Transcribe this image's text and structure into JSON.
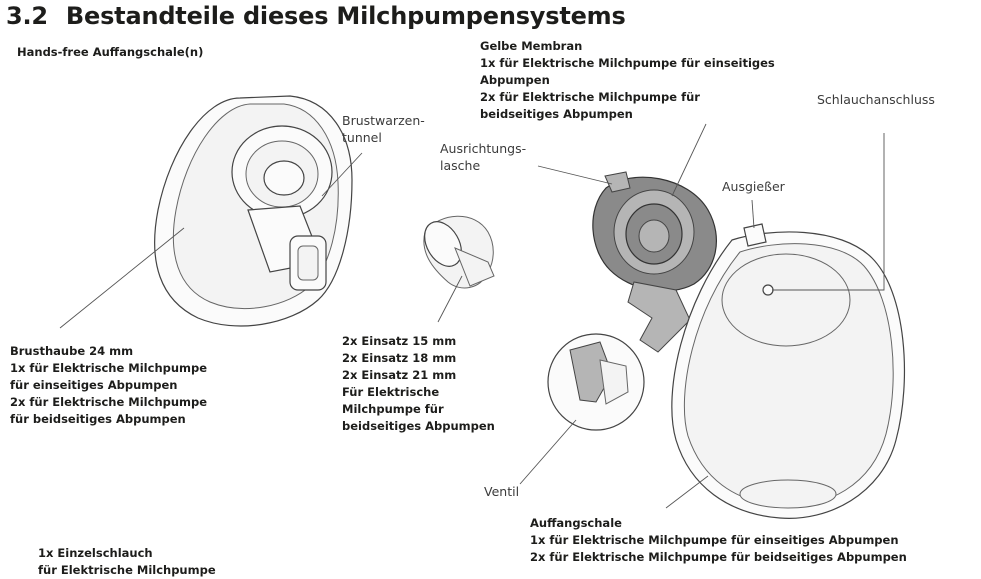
{
  "section": {
    "number": "3.2",
    "title": "Bestandteile dieses Milchpumpensystems"
  },
  "labels": {
    "hands_free_cup": "Hands-free Auffangschale(n)",
    "nipple_tunnel": "Brustwarzen-\ntunnel",
    "breast_shield": "Brusthaube 24 mm\n1x für Elektrische Milchpumpe\nfür einseitiges Abpumpen\n2x für Elektrische Milchpumpe\nfür beidseitiges Abpumpen",
    "inserts": "2x Einsatz 15 mm\n2x Einsatz 18 mm\n2x Einsatz 21 mm\nFür Elektrische\nMilchpumpe für\nbeidseitiges Abpumpen",
    "membrane": "Gelbe Membran\n1x für Elektrische Milchpumpe für einseitiges\nAbpumpen\n2x für Elektrische Milchpumpe für\nbeidseitiges Abpumpen",
    "alignment_tab": "Ausrichtungs-\nlasche",
    "tube_connector": "Schlauchanschluss",
    "spout": "Ausgießer",
    "valve": "Ventil",
    "collection_cup": "Auffangschale\n1x für Elektrische Milchpumpe für einseitiges Abpumpen\n2x für Elektrische Milchpumpe für beidseitiges Abpumpen",
    "single_tube": "1x Einzelschlauch\nfür Elektrische Milchpumpe"
  }
}
